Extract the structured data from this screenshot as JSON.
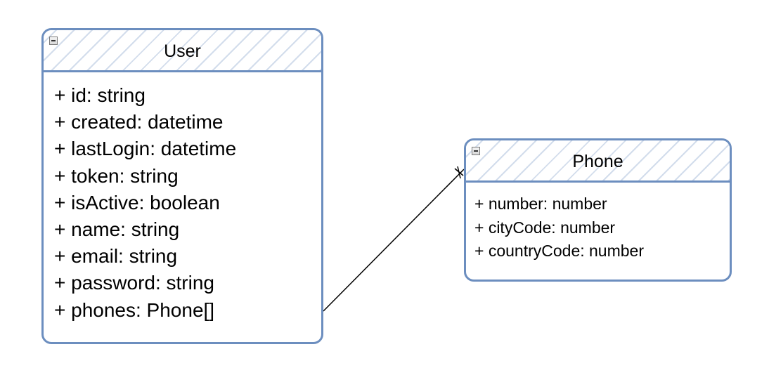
{
  "diagram": {
    "classes": [
      {
        "title": "User",
        "collapse_icon": "minus-box-icon",
        "attributes": [
          "+ id: string",
          "+ created: datetime",
          "+ lastLogin: datetime",
          "+ token: string",
          "+ isActive: boolean",
          "+ name: string",
          "+ email: string",
          "+ password: string",
          "+ phones: Phone[]"
        ]
      },
      {
        "title": "Phone",
        "collapse_icon": "minus-box-icon",
        "attributes": [
          "+ number: number",
          "+ cityCode: number",
          "+ countryCode: number"
        ]
      }
    ],
    "relationship": {
      "from": "User",
      "to": "Phone",
      "end_marker": "cross-icon"
    },
    "colors": {
      "class_border": "#6c8ebf",
      "header_hatch": "#6c8ebf",
      "connector": "#000000",
      "background": "#ffffff"
    }
  }
}
